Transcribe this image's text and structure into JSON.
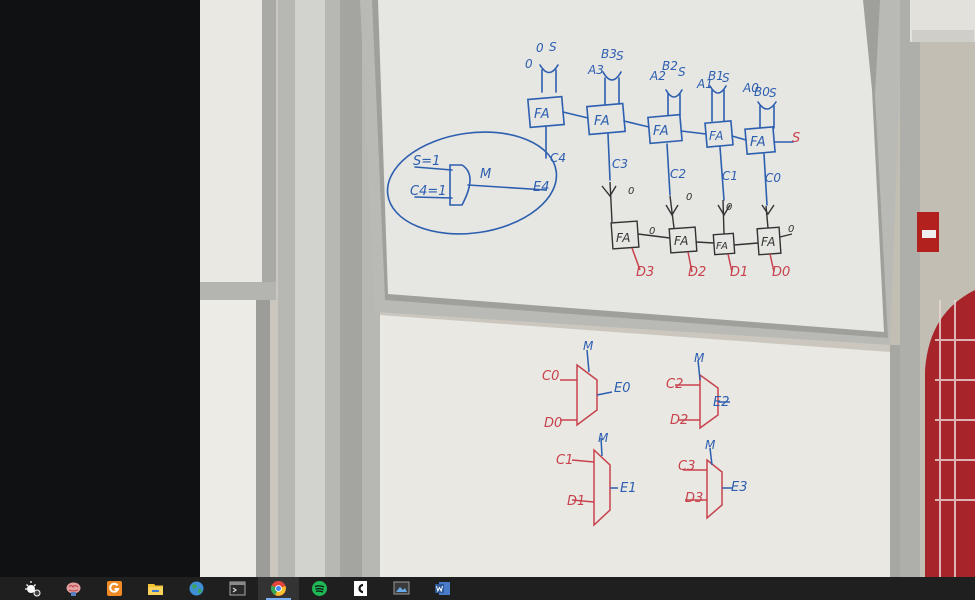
{
  "whiteboard": {
    "inputs_top": [
      "0",
      "S",
      "A3",
      "B3",
      "S",
      "A2",
      "B2",
      "S",
      "A1",
      "B1",
      "S",
      "A0",
      "B0",
      "S"
    ],
    "adder_blocks_top": [
      "FA",
      "FA",
      "FA",
      "FA",
      "FA"
    ],
    "carry_labels": [
      "C4",
      "C3",
      "C2",
      "C1",
      "C0"
    ],
    "side_label_s": "S",
    "adder_blocks_bottom": [
      "FA",
      "FA",
      "FA",
      "FA"
    ],
    "bottom_small_labels": [
      "0",
      "0",
      "0",
      "0",
      "0"
    ],
    "outputs": [
      "D3",
      "D2",
      "D1",
      "D0"
    ],
    "gate_inputs": [
      "S=1",
      "C4=1"
    ],
    "gate_output_m": "M",
    "gate_output_e": "E4",
    "mux_labels": {
      "m": "M",
      "mux0": [
        "C0",
        "D0",
        "E0"
      ],
      "mux1": [
        "C1",
        "D1",
        "E1"
      ],
      "mux2": [
        "C2",
        "D2",
        "E2"
      ],
      "mux3": [
        "C3",
        "D3",
        "E3"
      ]
    }
  },
  "taskbar": {
    "icons": [
      {
        "name": "weather-icon",
        "color": "#ffffff"
      },
      {
        "name": "brain-app-icon",
        "color": "#e36b6b"
      },
      {
        "name": "g-app-icon",
        "color": "#f08a24"
      },
      {
        "name": "file-explorer-icon",
        "color": "#f3c334"
      },
      {
        "name": "globe-app-icon",
        "color": "#3aa35b"
      },
      {
        "name": "terminal-icon",
        "color": "#6a6a6a"
      },
      {
        "name": "chrome-icon",
        "color": "#e3453a"
      },
      {
        "name": "spotify-icon",
        "color": "#1db954"
      },
      {
        "name": "c-app-icon",
        "color": "#ffffff"
      },
      {
        "name": "screen-capture-icon",
        "color": "#4a4a4a"
      },
      {
        "name": "word-icon",
        "color": "#2b5797"
      }
    ],
    "active_index": 6
  }
}
